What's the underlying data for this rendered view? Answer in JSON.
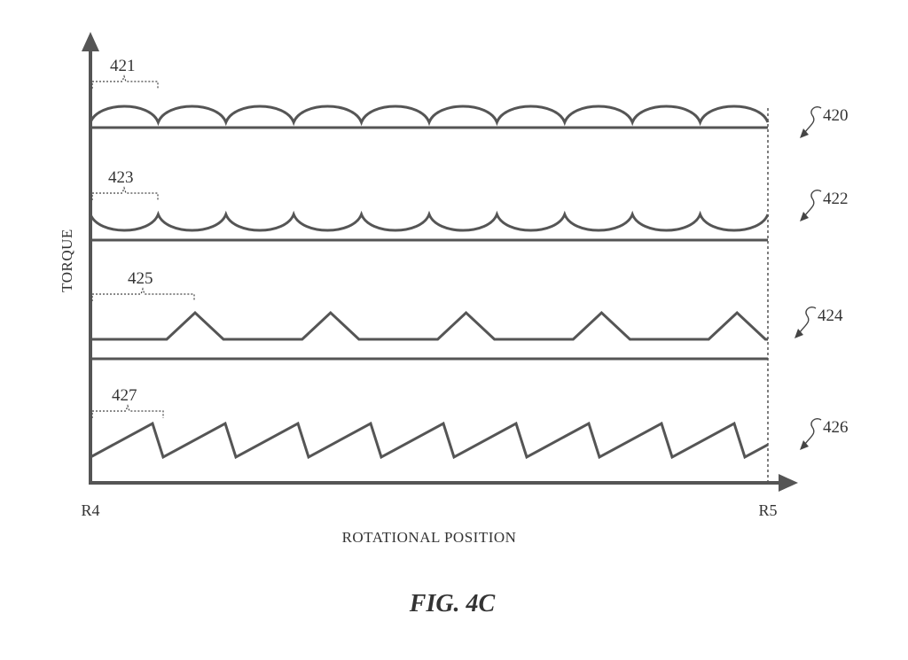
{
  "diagram": {
    "y_axis_label": "TORQUE",
    "x_axis_label": "ROTATIONAL POSITION",
    "x_start_label": "R4",
    "x_end_label": "R5",
    "figure_label": "FIG. 4C",
    "traces": [
      {
        "ref": "420",
        "period_ref": "421",
        "waveform": "scalloped-arcs-up",
        "cycles": 10
      },
      {
        "ref": "422",
        "period_ref": "423",
        "waveform": "scalloped-arcs-down",
        "cycles": 10
      },
      {
        "ref": "424",
        "period_ref": "425",
        "waveform": "periodic-triangle-pulses",
        "cycles": 5
      },
      {
        "ref": "426",
        "period_ref": "427",
        "waveform": "sawtooth",
        "cycles": 9
      }
    ],
    "colors": {
      "line": "#555555",
      "text": "#333333",
      "background": "#ffffff"
    }
  }
}
